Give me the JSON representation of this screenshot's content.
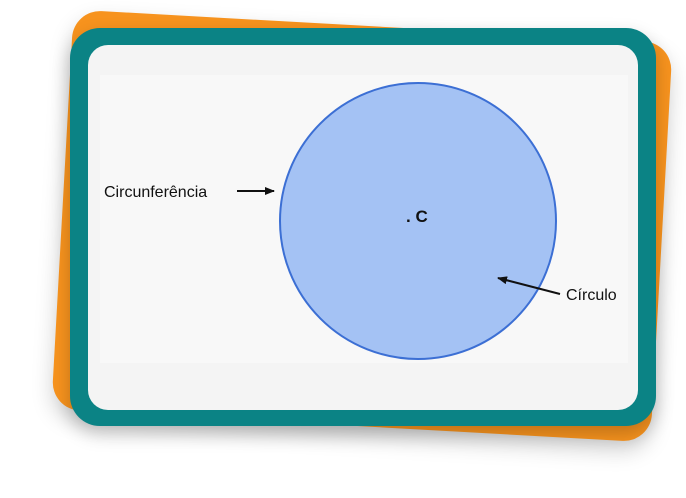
{
  "diagram": {
    "circunferencia_label": "Circunferência",
    "circulo_label": "Círculo",
    "center_label": ". C"
  },
  "colors": {
    "orange_card": "#f7931e",
    "teal_frame": "#0b8385",
    "panel": "#f4f4f4",
    "circle_fill": "#a4c2f4",
    "circle_stroke": "#3c6fd4",
    "arrow": "#111111"
  }
}
